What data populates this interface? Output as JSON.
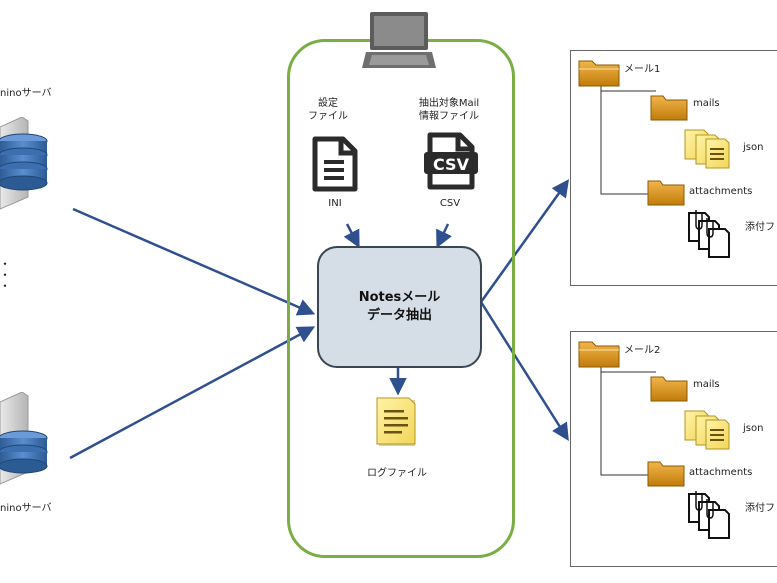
{
  "servers": {
    "top_label": "ninoサーバ",
    "bottom_label": "ninoサーバ",
    "ellipsis": "・・・"
  },
  "client": {
    "settings_file_label_line1": "設定",
    "settings_file_label_line2": "ファイル",
    "settings_file_type": "INI",
    "extract_file_label_line1": "抽出対象Mail",
    "extract_file_label_line2": "情報ファイル",
    "extract_file_type": "CSV",
    "csv_icon_text": "CSV",
    "process_line1": "Notesメール",
    "process_line2": "データ抽出",
    "log_label": "ログファイル"
  },
  "outputs": [
    {
      "folder": "メール1",
      "mails_folder": "mails",
      "json_label": "json",
      "attachments_folder": "attachments",
      "attachment_label": "添付フ"
    },
    {
      "folder": "メール2",
      "mails_folder": "mails",
      "json_label": "json",
      "attachments_folder": "attachments",
      "attachment_label": "添付フ"
    }
  ],
  "colors": {
    "arrow": "#2f4f8f",
    "client_border": "#7aae45",
    "process_fill": "#d5dde6",
    "process_border": "#3a4654",
    "folder": "#d4900f",
    "note_fill": "#f7e17a"
  }
}
